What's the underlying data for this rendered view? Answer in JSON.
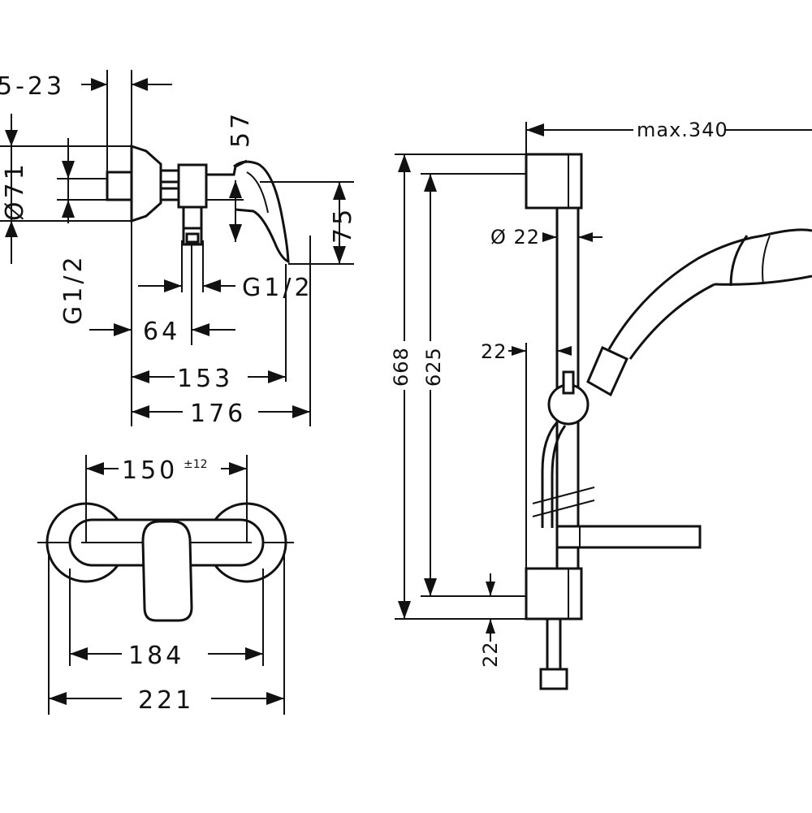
{
  "dimensions": {
    "top_offset": "5-23",
    "wall_diameter": "Ø71",
    "height_57": "57",
    "height_75": "75",
    "thread_left": "G1/2",
    "thread_right": "G1/2",
    "depth_64": "64",
    "depth_153": "153",
    "depth_176": "176",
    "center_distance": "150",
    "center_tolerance": "±12",
    "width_184": "184",
    "width_221": "221",
    "max_reach": "max.340",
    "rail_diameter": "Ø 22",
    "rail_offset": "22",
    "rail_total": "668",
    "rail_holes": "625",
    "bottom_offset": "22"
  },
  "colors": {
    "line": "#111111",
    "background": "#ffffff"
  }
}
